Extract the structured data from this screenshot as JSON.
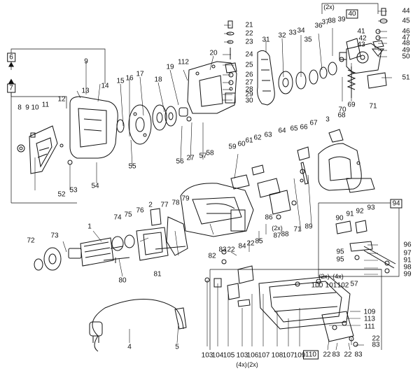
{
  "labels": {
    "l1": "1",
    "l2": "2",
    "l3": "3",
    "l4": "4",
    "l5": "5",
    "l6": "6",
    "l7": "7",
    "l8": "8",
    "l9": "9",
    "l10": "10",
    "l11": "11",
    "l12": "12",
    "l13": "13",
    "l14": "14",
    "l15": "15",
    "l16": "16",
    "l17": "17",
    "l18": "18",
    "l19": "19",
    "l20": "20",
    "l21": "21",
    "l22": "22",
    "l23": "23",
    "l24": "24",
    "l25": "25",
    "l26": "26",
    "l27": "27",
    "l28": "28",
    "l29": "29",
    "l30": "30",
    "l31": "31",
    "l32": "32",
    "l33": "33",
    "l34": "34",
    "l35": "35",
    "l36": "36",
    "l37": "37",
    "l38": "38",
    "l39": "39",
    "l40": "40",
    "l41": "41",
    "l42": "42",
    "l43": "43",
    "l44": "44",
    "l45": "45",
    "l46": "46",
    "l47": "47",
    "l48": "48",
    "l49": "49",
    "l50": "50",
    "l51": "51",
    "l52": "52",
    "l53": "53",
    "l54": "54",
    "l55": "55",
    "l56": "56",
    "l57": "57",
    "l58": "58",
    "l59": "59",
    "l60": "60",
    "l61": "61",
    "l62": "62",
    "l63": "63",
    "l64": "64",
    "l65": "65",
    "l66": "66",
    "l67": "67",
    "l68": "68",
    "l69": "69",
    "l70": "70",
    "l71": "71",
    "l72": "72",
    "l73": "73",
    "l74": "74",
    "l75": "75",
    "l76": "76",
    "l77": "77",
    "l78": "78",
    "l79": "79",
    "l80": "80",
    "l81": "81",
    "l82": "82",
    "l83": "83",
    "l84": "84",
    "l85": "85",
    "l86": "86",
    "l87": "87",
    "l88": "88",
    "l89": "89",
    "l90": "90",
    "l91": "91",
    "l92": "92",
    "l93": "93",
    "l94": "94",
    "l95": "95",
    "l96": "96",
    "l97": "97",
    "l98": "98",
    "l99": "99",
    "l100": "100",
    "l101": "101",
    "l102": "102",
    "l103": "103",
    "l104": "104",
    "l105": "105",
    "l106": "106",
    "l107": "107",
    "l108": "108",
    "l109": "109",
    "l110": "110",
    "l111": "111",
    "l112": "112",
    "l113": "113"
  },
  "counts": {
    "x2": "(2x)",
    "x4": "(4x)"
  }
}
